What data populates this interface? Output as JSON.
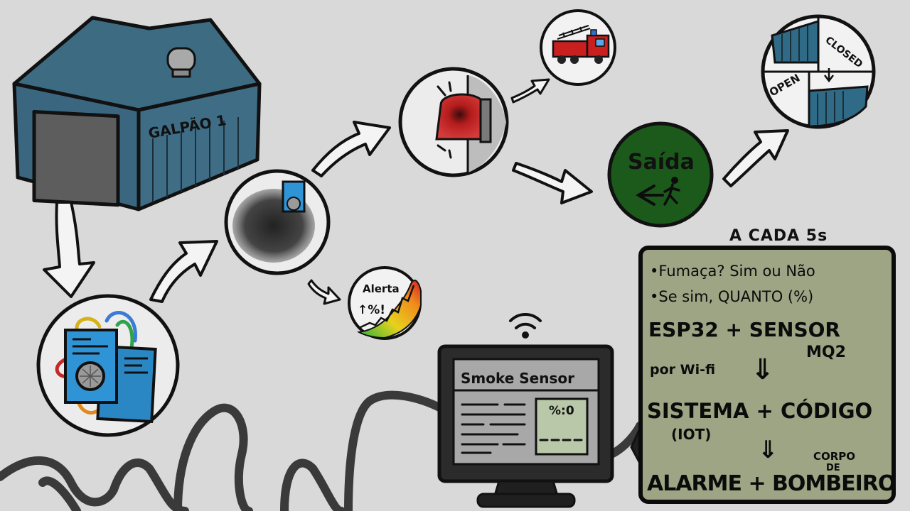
{
  "warehouse": {
    "label": "GALPÃO 1"
  },
  "alert_badge": {
    "label": "Alerta",
    "glyph": "↑%!"
  },
  "exit_sign": {
    "label": "Saída",
    "color": "#1c5a1c"
  },
  "door": {
    "open_label": "OPEN",
    "closed_label": "CLOSED"
  },
  "monitor": {
    "title": "Smoke Sensor",
    "reading": "%:0"
  },
  "board": {
    "caption": "A CADA 5s",
    "line1": "•Fumaça? Sim ou Não",
    "line2": "•Se sim, QUANTO (%)",
    "line3": "ESP32 + SENSOR",
    "line3b": "MQ2",
    "line4": "por Wi-fi",
    "line5": "SISTEMA + CÓDIGO",
    "line5b": "(IOT)",
    "line6": "ALARME + BOMBEIRO",
    "line6a": "CORPO",
    "line6b": "DE"
  }
}
